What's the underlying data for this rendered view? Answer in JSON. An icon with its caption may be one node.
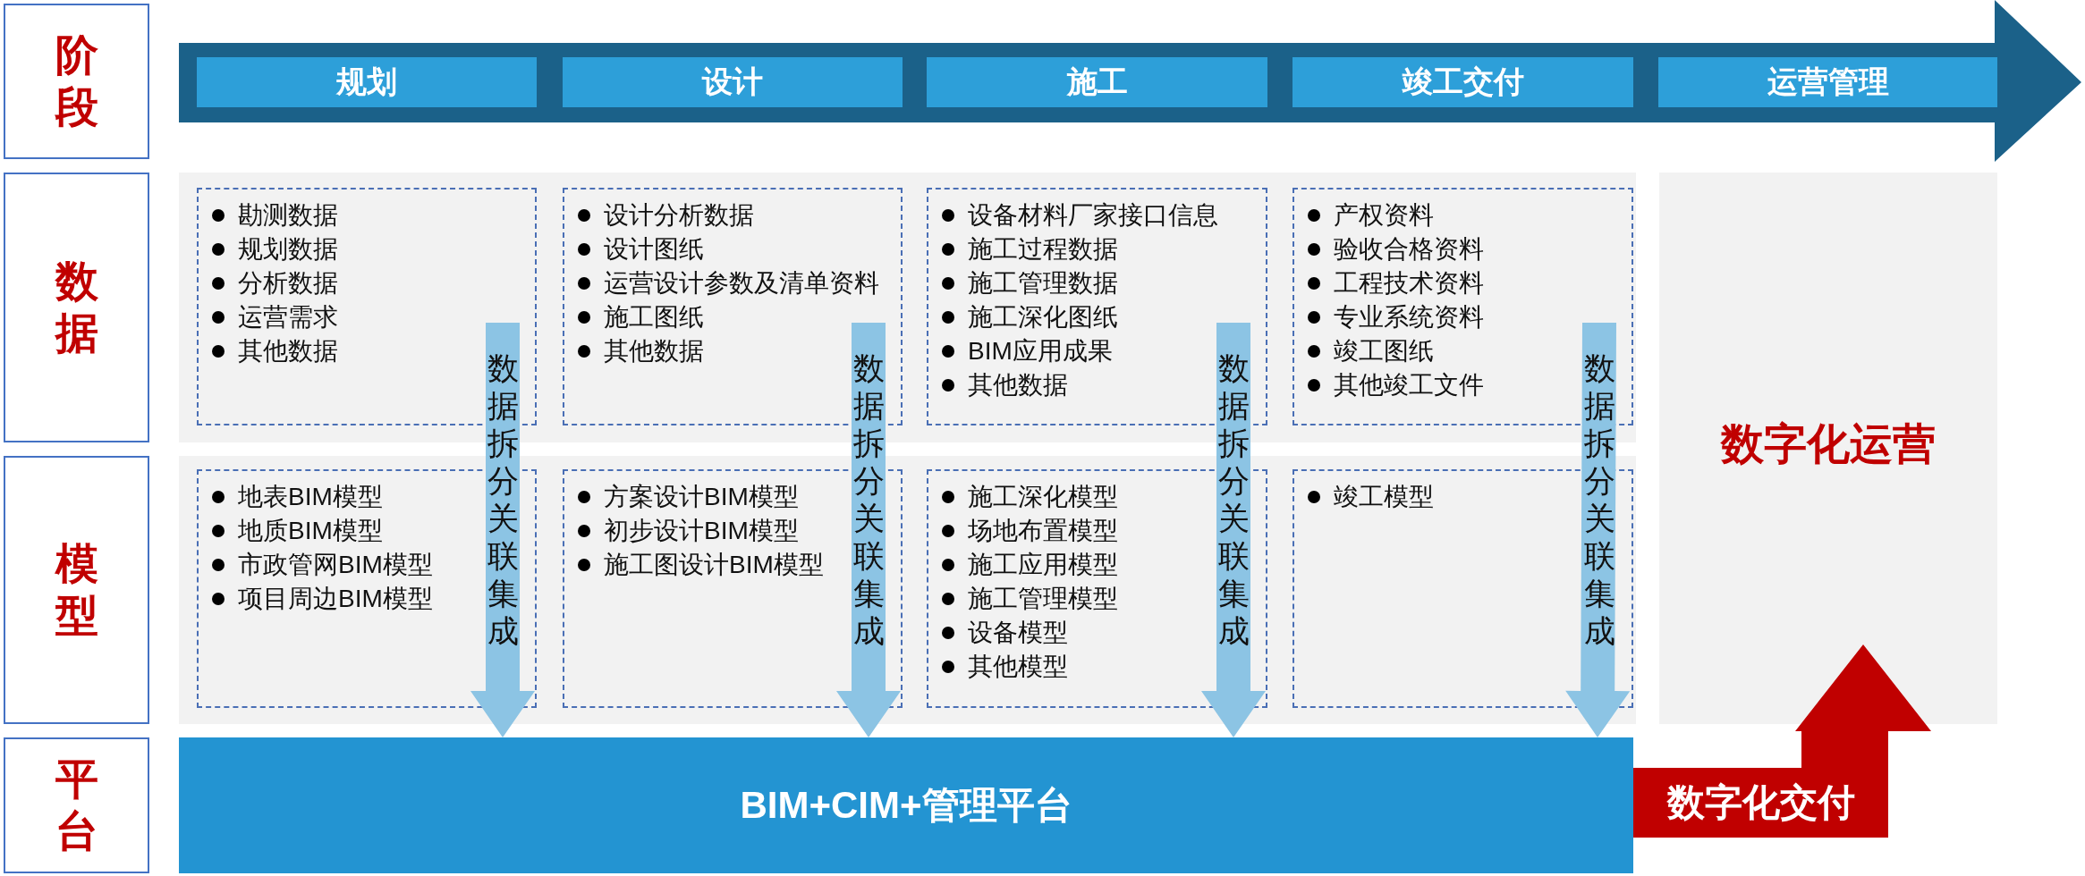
{
  "diagram": {
    "nodes": [
      {
        "text": [
          "阶段"
        ]
      },
      {
        "text": [],
        "shape": "arrow"
      },
      {
        "text": [
          "规划"
        ],
        "in": 1
      },
      {
        "text": [
          "设计"
        ],
        "in": 1
      },
      {
        "text": [
          "施工"
        ],
        "in": 1
      },
      {
        "text": [
          "竣工交付"
        ],
        "in": 1
      },
      {
        "text": [
          "运营管理"
        ],
        "in": 1
      },
      {
        "text": [
          "数据"
        ]
      },
      {
        "text": [],
        "shape": "box"
      },
      {
        "text": [
          "勘测数据",
          "规划数据",
          "分析数据",
          "运营需求",
          "其他数据"
        ],
        "in": 8
      },
      {
        "text": [
          "设计分析数据",
          "设计图纸",
          "运营设计参数及清单资料",
          "施工图纸",
          "其他数据"
        ],
        "in": 8
      },
      {
        "text": [
          "设备材料厂家接口信息",
          "施工过程数据",
          "施工管理数据",
          "施工深化图纸",
          "BIM应用成果",
          "其他数据"
        ],
        "in": 8
      },
      {
        "text": [
          "产权资料",
          "验收合格资料",
          "工程技术资料",
          "专业系统资料",
          "竣工图纸",
          "其他竣工文件"
        ],
        "in": 8
      },
      {
        "text": [
          "模型"
        ]
      },
      {
        "text": [],
        "shape": "box"
      },
      {
        "text": [
          "地表BIM模型",
          "地质BIM模型",
          "市政管网BIM模型",
          "项目周边BIM模型"
        ],
        "in": 14
      },
      {
        "text": [
          "方案设计BIM模型",
          "初步设计BIM模型",
          "施工图设计BIM模型"
        ],
        "in": 14
      },
      {
        "text": [
          "施工深化模型",
          "场地布置模型",
          "施工应用模型",
          "施工管理模型",
          "设备模型",
          "其他模型"
        ],
        "in": 14
      },
      {
        "text": [
          "竣工模型"
        ],
        "in": 14
      },
      {
        "text": [
          "平台"
        ]
      },
      {
        "text": [
          "BIM+CIM+管理平台"
        ]
      },
      {
        "text": [
          "数字化运营"
        ]
      },
      {
        "text": [
          "数字化交付"
        ]
      }
    ],
    "edges": [
      {
        "from": 9,
        "to": 20,
        "arrow": "to",
        "label": "数据拆分关联集成"
      },
      {
        "from": 10,
        "to": 20,
        "arrow": "to",
        "label": "数据拆分关联集成"
      },
      {
        "from": 11,
        "to": 20,
        "arrow": "to",
        "label": "数据拆分关联集成"
      },
      {
        "from": 12,
        "to": 20,
        "arrow": "to",
        "label": "数据拆分关联集成"
      }
    ]
  }
}
